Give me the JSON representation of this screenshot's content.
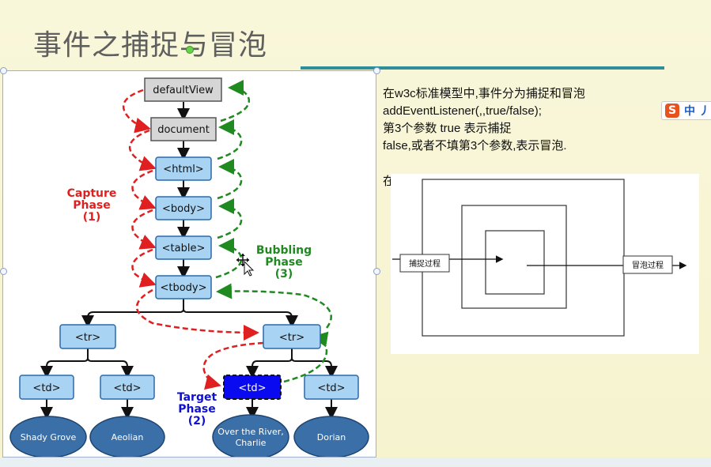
{
  "slide": {
    "title": "事件之捕捉与冒泡"
  },
  "description": {
    "lines": [
      "在w3c标准模型中,事件分为捕捉和冒泡",
      "addEventListener(,,true/false);",
      "第3个参数 true 表示捕捉",
      "false,或者不填第3个参数,表示冒泡."
    ],
    "stray_char": "在"
  },
  "ime": {
    "icon": "sogou-s-icon",
    "label": "中 丿"
  },
  "dom_tree": {
    "nodes": {
      "defaultView": "defaultView",
      "document": "document",
      "html": "<html>",
      "body": "<body>",
      "table": "<table>",
      "tbody": "<tbody>",
      "tr_left": "<tr>",
      "tr_right": "<tr>",
      "td1": "<td>",
      "td2": "<td>",
      "td3": "<td>",
      "td4": "<td>"
    },
    "leaves": {
      "leaf1": "Shady Grove",
      "leaf2": "Aeolian",
      "leaf3_line1": "Over the River,",
      "leaf3_line2": "Charlie",
      "leaf4": "Dorian"
    },
    "phases": {
      "capture_line1": "Capture",
      "capture_line2": "Phase",
      "capture_line3": "(1)",
      "target_line1": "Target",
      "target_line2": "Phase",
      "target_line3": "(2)",
      "bubbling_line1": "Bubbling",
      "bubbling_line2": "Phase",
      "bubbling_line3": "(3)"
    },
    "colors": {
      "capture": "#e02020",
      "bubbling": "#1f8a1f",
      "target": "#1010d0",
      "node_fill": "#a9d3f2",
      "node_gray": "#d6d6d6",
      "target_fill": "#0a0af0",
      "leaf_fill": "#3a6fa8"
    }
  },
  "box_diagram": {
    "capture_label": "捕捉过程",
    "bubble_label": "冒泡过程"
  }
}
